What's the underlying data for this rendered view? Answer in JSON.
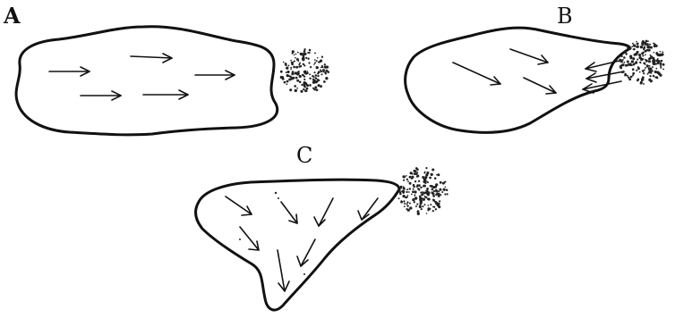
{
  "panels": [
    {
      "label": "A"
    },
    {
      "label": "B"
    },
    {
      "label": "C"
    }
  ],
  "colors": {
    "ink": "#111111",
    "background": "#ffffff"
  }
}
